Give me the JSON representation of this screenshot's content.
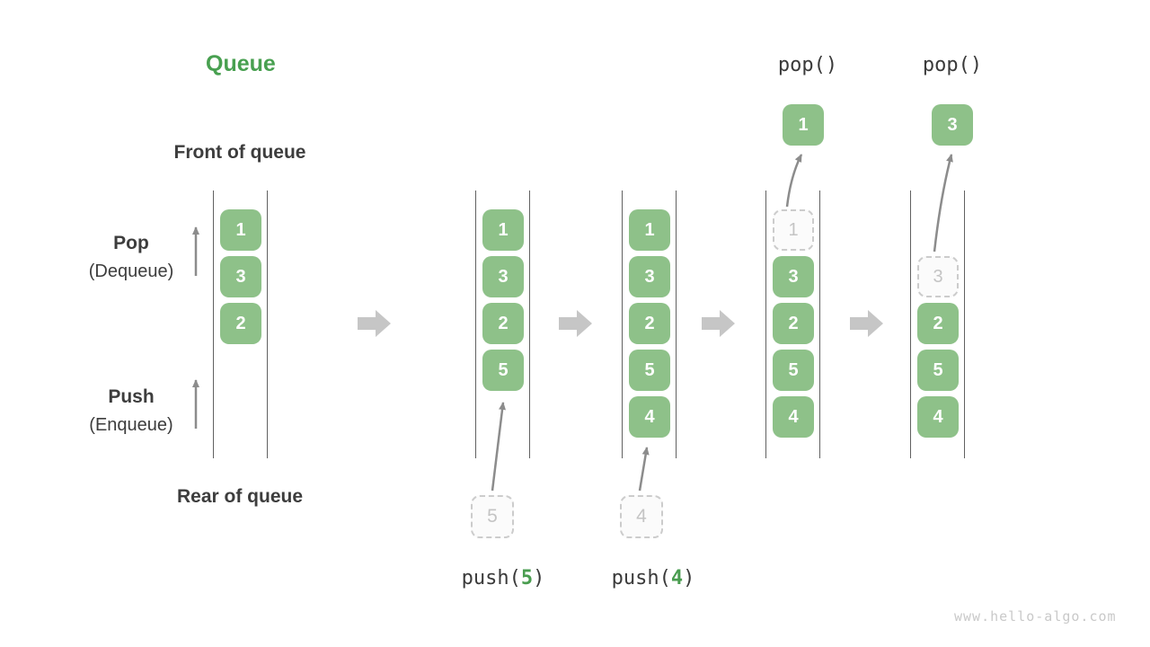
{
  "title": "Queue",
  "side_labels": {
    "front": "Front of queue",
    "rear": "Rear of queue",
    "pop_main": "Pop",
    "pop_sub": "(Dequeue)",
    "push_main": "Push",
    "push_sub": "(Enqueue)"
  },
  "states": [
    {
      "id": "initial",
      "cells": [
        {
          "value": "1",
          "variant": "solid"
        },
        {
          "value": "3",
          "variant": "solid"
        },
        {
          "value": "2",
          "variant": "solid"
        }
      ]
    },
    {
      "id": "after-push-5",
      "cells": [
        {
          "value": "1",
          "variant": "solid"
        },
        {
          "value": "3",
          "variant": "solid"
        },
        {
          "value": "2",
          "variant": "solid"
        },
        {
          "value": "5",
          "variant": "solid"
        }
      ],
      "incoming": {
        "value": "5"
      },
      "op": {
        "prefix": "push(",
        "arg": "5",
        "suffix": ")"
      }
    },
    {
      "id": "after-push-4",
      "cells": [
        {
          "value": "1",
          "variant": "solid"
        },
        {
          "value": "3",
          "variant": "solid"
        },
        {
          "value": "2",
          "variant": "solid"
        },
        {
          "value": "5",
          "variant": "solid"
        },
        {
          "value": "4",
          "variant": "solid"
        }
      ],
      "incoming": {
        "value": "4"
      },
      "op": {
        "prefix": "push(",
        "arg": "4",
        "suffix": ")"
      }
    },
    {
      "id": "pop-1",
      "cells": [
        {
          "value": "1",
          "variant": "dashed"
        },
        {
          "value": "3",
          "variant": "solid"
        },
        {
          "value": "2",
          "variant": "solid"
        },
        {
          "value": "5",
          "variant": "solid"
        },
        {
          "value": "4",
          "variant": "solid"
        }
      ],
      "popped": {
        "value": "1"
      },
      "op": {
        "label": "pop()"
      }
    },
    {
      "id": "pop-3",
      "cells": [
        {
          "value": "3",
          "variant": "dashed"
        },
        {
          "value": "2",
          "variant": "solid"
        },
        {
          "value": "5",
          "variant": "solid"
        },
        {
          "value": "4",
          "variant": "solid"
        }
      ],
      "popped": {
        "value": "3"
      },
      "op": {
        "label": "pop()"
      }
    }
  ],
  "watermark": "www.hello-algo.com",
  "colors": {
    "box_green": "#8ec189",
    "title_green": "#48a050",
    "call_arg_green": "#4a9d50",
    "dark_text": "#3d3d3d",
    "rail_line": "#616161",
    "block_arrow_gray": "#c6c6c6",
    "thin_arrow_gray": "#8c8c8c",
    "dashed_border": "#cccccc",
    "dashed_text": "#c4c4c4",
    "watermark_gray": "#c9c9c9"
  }
}
